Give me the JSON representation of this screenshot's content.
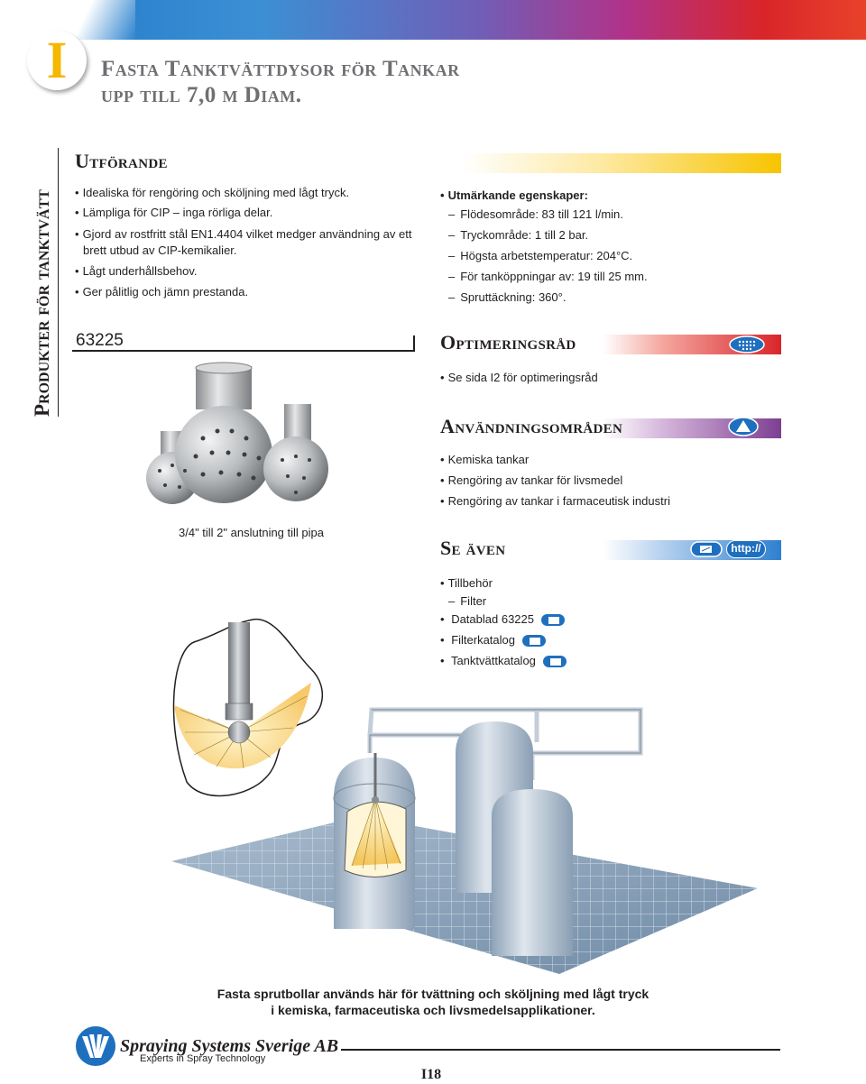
{
  "header": {
    "letter": "I",
    "title_line1": "Fasta Tanktvättdysor för Tankar",
    "title_line2": "upp till 7,0 m Diam."
  },
  "sidebar": {
    "title": "Produkter för tanktvätt"
  },
  "utforande": {
    "heading": "Utförande",
    "items": [
      "Idealiska för rengöring och sköljning med lågt tryck.",
      "Lämpliga för CIP – inga rörliga delar.",
      "Gjord av rostfritt stål EN1.4404 vilket medger användning av ett",
      "brett utbud av CIP-kemikalier.",
      "Lågt underhållsbehov.",
      "Ger pålitlig och jämn prestanda."
    ]
  },
  "product": {
    "model": "63225",
    "connection_caption": "3/4\" till 2\" anslutning till pipa"
  },
  "features": {
    "heading": "Utmärkande egenskaper:",
    "items": [
      "Flödesområde: 83 till 121 l/min.",
      "Tryckområde: 1 till 2 bar.",
      "Högsta arbetstemperatur: 204°C.",
      "För tanköppningar av: 19 till 25 mm.",
      "Spruttäckning: 360°."
    ]
  },
  "optimering": {
    "heading": "Optimeringsråd",
    "items": [
      "Se sida I2 för optimeringsråd"
    ]
  },
  "anvandning": {
    "heading": "Användningsområden",
    "items": [
      "Kemiska tankar",
      "Rengöring av tankar för livsmedel",
      "Rengöring av tankar i farmaceutisk industri"
    ]
  },
  "se_aven": {
    "heading": "Se även",
    "link_badge": "http://",
    "items": [
      "Tillbehör",
      "Filter",
      "Datablad 63225",
      "Filterkatalog",
      "Tanktvättkatalog"
    ]
  },
  "illustration": {
    "caption_line1": "Fasta sprutbollar används här för tvättning och sköljning med lågt tryck",
    "caption_line2": "i kemiska, farmaceutiska och livsmedelsapplikationer."
  },
  "footer": {
    "company": "Spraying Systems Sverige AB",
    "tagline": "Experts in Spray Technology",
    "page_number": "I18"
  },
  "colors": {
    "accent_yellow": "#f5b800",
    "brand_blue": "#1f6fbf",
    "title_gray": "#6e6f72"
  }
}
